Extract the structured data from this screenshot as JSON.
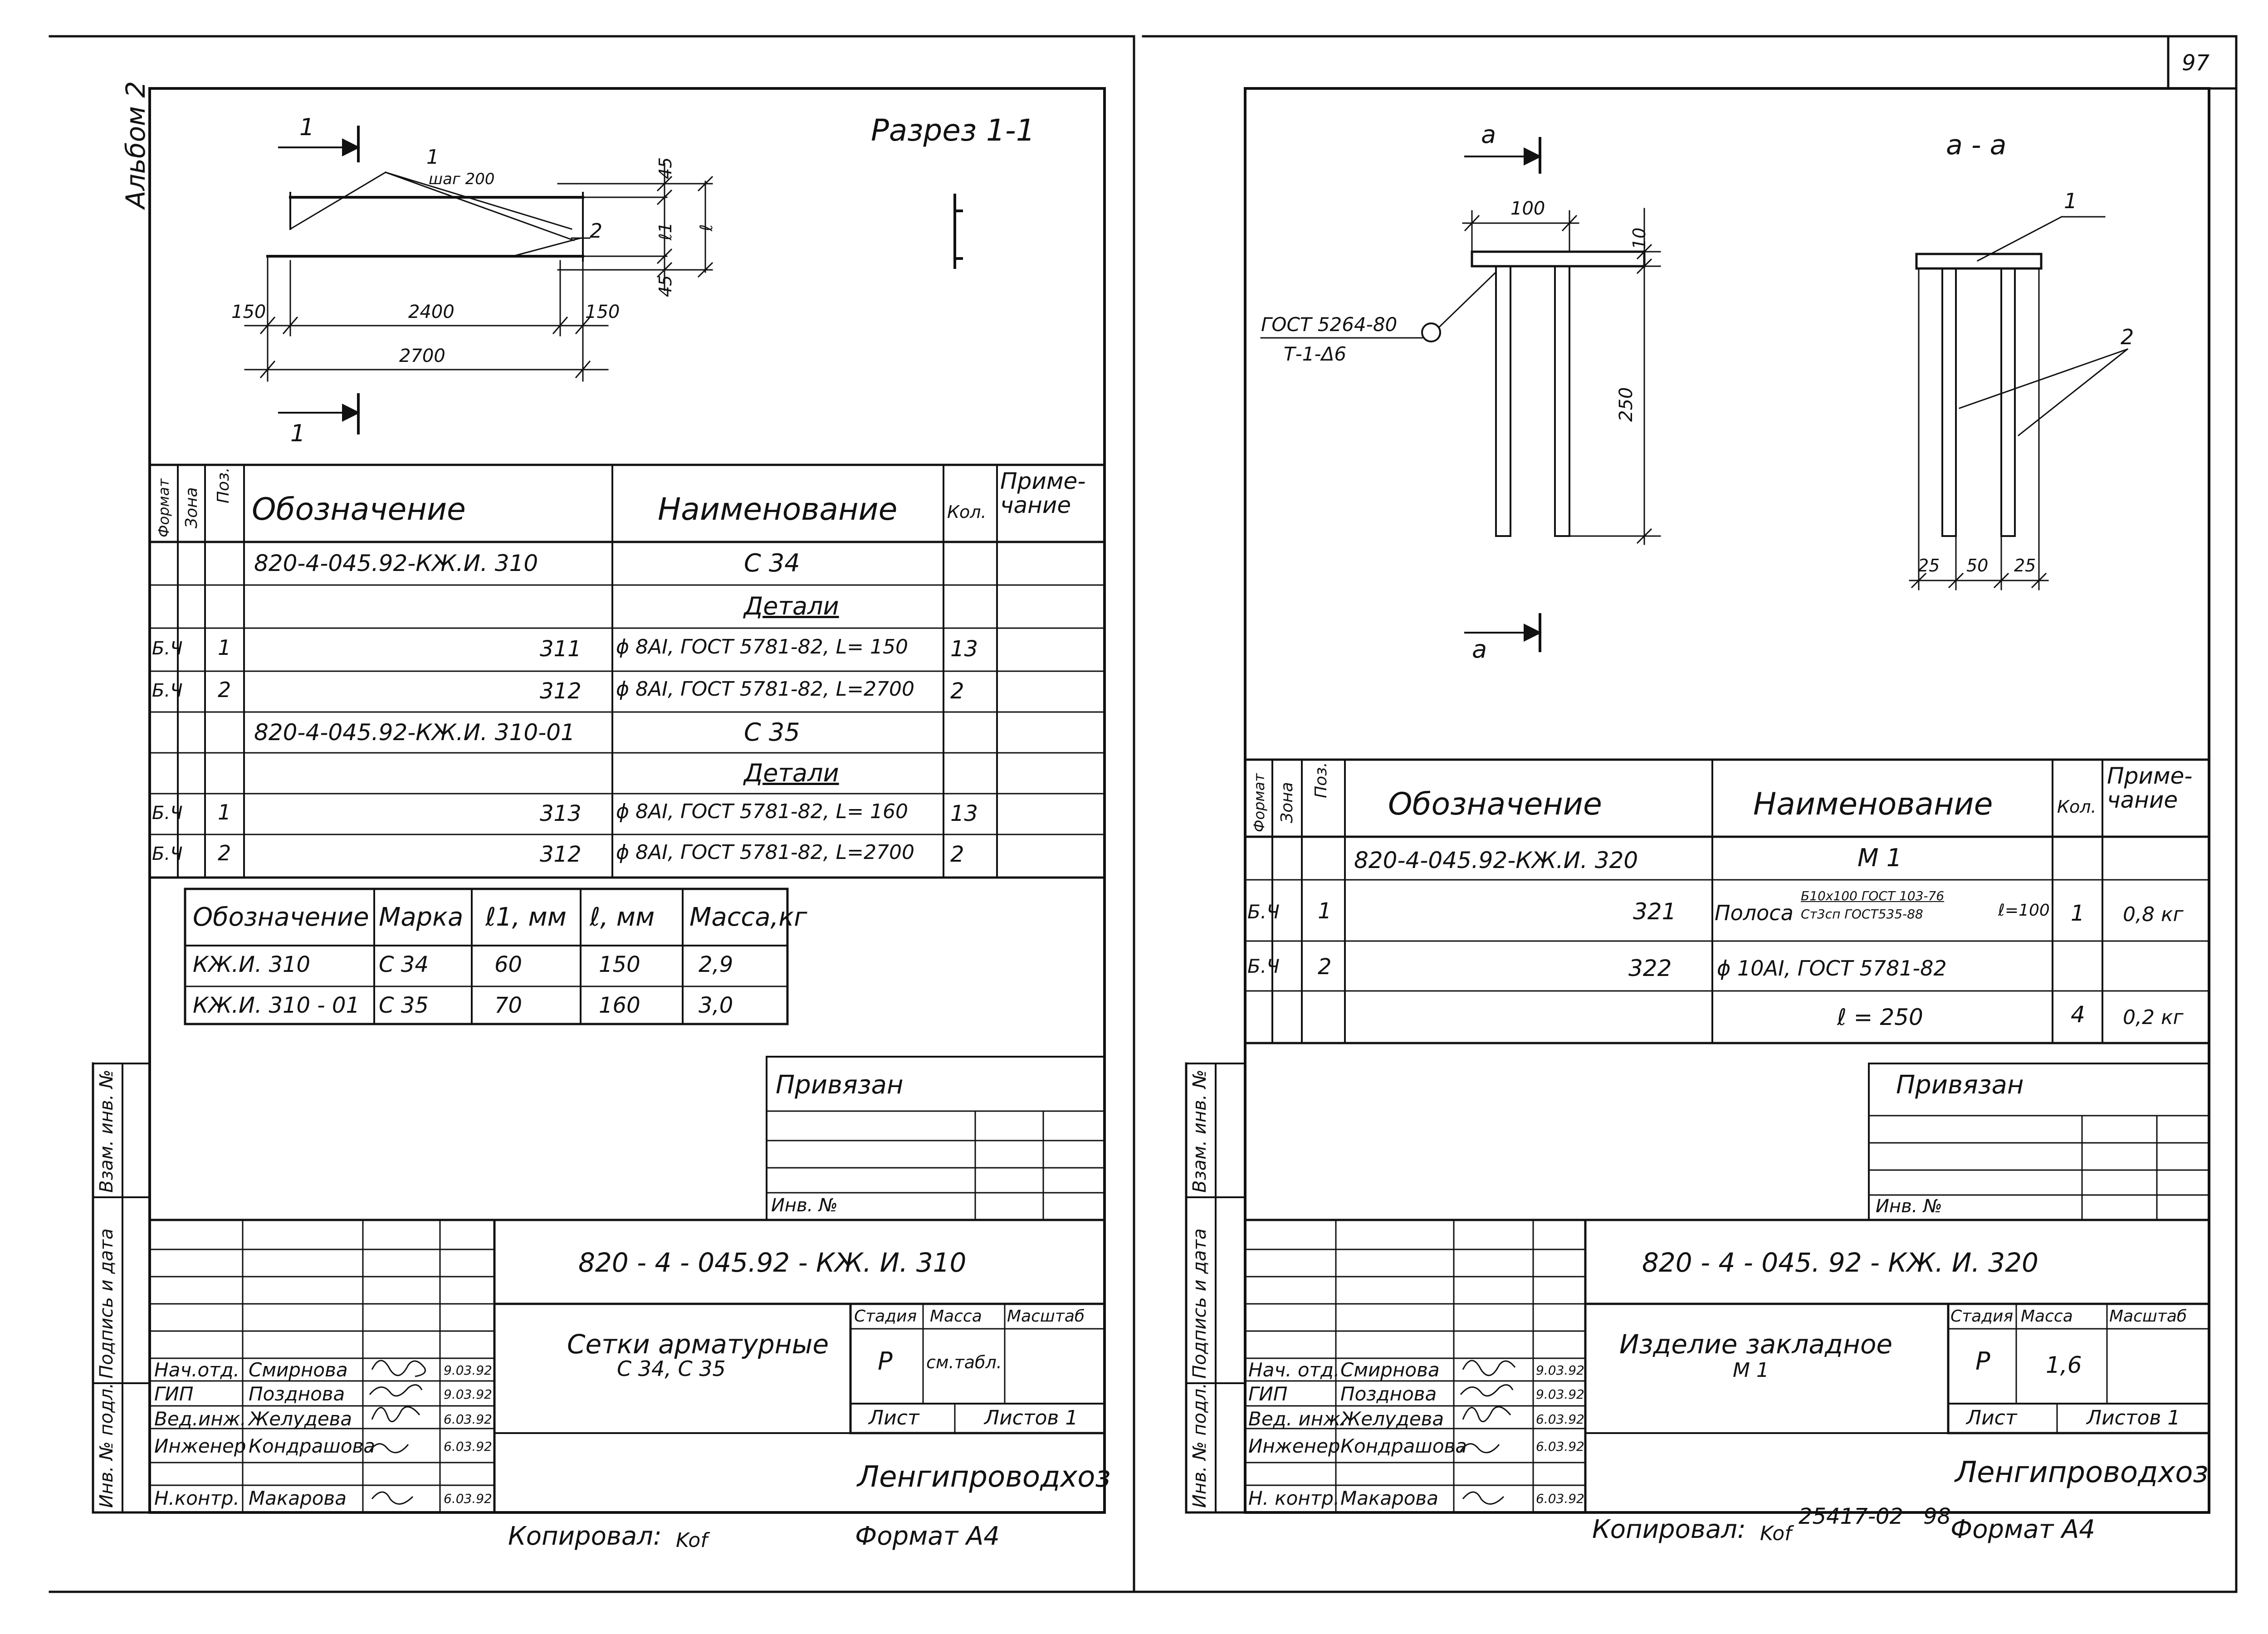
{
  "page_number": "97",
  "left": {
    "album": "Альбом 2",
    "section_label": "Разрез 1-1",
    "drawing": {
      "cut_1_top": "1",
      "cut_1_bottom": "1",
      "pos_1": "1",
      "pos_1_note": "шаг 200",
      "pos_2": "2",
      "d_45_top": "45",
      "d_l1": "ℓ1",
      "d_l": "ℓ",
      "d_45_bottom": "45",
      "d_150_left": "150",
      "d_2400": "2400",
      "d_150_right": "150",
      "d_2700": "2700"
    },
    "spec": {
      "headers": {
        "format": "Формат",
        "zone": "Зона",
        "pos": "Поз.",
        "designation": "Обозначение",
        "name": "Наименование",
        "qty": "Кол.",
        "note": "Приме-\nчание"
      },
      "rows": [
        {
          "format": "",
          "pos": "",
          "designation": "820-4-045.92-КЖ.И. 310",
          "name": "С 34",
          "underline": false,
          "qty": ""
        },
        {
          "format": "",
          "pos": "",
          "designation": "",
          "name": "Детали",
          "underline": true,
          "qty": ""
        },
        {
          "format": "Б.Ч",
          "pos": "1",
          "designation": "311",
          "name": "ϕ 8AI, ГОСТ 5781-82, L= 150",
          "underline": false,
          "qty": "13"
        },
        {
          "format": "Б.Ч",
          "pos": "2",
          "designation": "312",
          "name": "ϕ 8AI, ГОСТ 5781-82, L=2700",
          "underline": false,
          "qty": "2"
        },
        {
          "format": "",
          "pos": "",
          "designation": "820-4-045.92-КЖ.И. 310-01",
          "name": "С 35",
          "underline": false,
          "qty": ""
        },
        {
          "format": "",
          "pos": "",
          "designation": "",
          "name": "Детали",
          "underline": true,
          "qty": ""
        },
        {
          "format": "Б.Ч",
          "pos": "1",
          "designation": "313",
          "name": "ϕ 8AI, ГОСТ 5781-82, L= 160",
          "underline": false,
          "qty": "13"
        },
        {
          "format": "Б.Ч",
          "pos": "2",
          "designation": "312",
          "name": "ϕ 8AI, ГОСТ 5781-82, L=2700",
          "underline": false,
          "qty": "2"
        }
      ]
    },
    "marks": {
      "headers": [
        "Обозначение",
        "Марка",
        "ℓ1, мм",
        "ℓ, мм",
        "Масса,кг"
      ],
      "rows": [
        [
          "КЖ.И. 310",
          "С 34",
          "60",
          "150",
          "2,9"
        ],
        [
          "КЖ.И. 310 - 01",
          "С 35",
          "70",
          "160",
          "3,0"
        ]
      ]
    },
    "title_block": {
      "privyazan": "Привязан",
      "inv_no": "Инв. №",
      "doc_code": "820 - 4 - 045.92 - КЖ. И. 310",
      "title_line1": "Сетки арматурные",
      "title_line2": "С 34, С 35",
      "stage_h": "Стадия",
      "mass_h": "Масса",
      "scale_h": "Масштаб",
      "stage": "Р",
      "mass": "см.табл.",
      "scale": "",
      "sheet": "Лист",
      "sheets": "Листов 1",
      "org": "Ленгипроводхоз",
      "people": [
        {
          "role": "Нач.отд.",
          "name": "Смирнова",
          "date": "9.03.92"
        },
        {
          "role": "ГИП",
          "name": "Позднова",
          "date": "9.03.92"
        },
        {
          "role": "Вед.инж.",
          "name": "Желудева",
          "date": "6.03.92"
        },
        {
          "role": "Инженер",
          "name": "Кондрашова",
          "date": "6.03.92"
        },
        {
          "role": "Н.контр.",
          "name": "Макарова",
          "date": "6.03.92"
        }
      ]
    },
    "side": {
      "inv_orig": "Инв. № подл.",
      "sign_date": "Подпись и дата",
      "vzam": "Взам. инв. №"
    },
    "footer": {
      "copied": "Копировал:",
      "copier": "Kof",
      "format": "Формат А4"
    }
  },
  "right": {
    "drawing": {
      "cut_a_top": "а",
      "cut_a_bottom": "а",
      "section_label": "а - а",
      "d_100": "100",
      "d_10": "10",
      "d_250": "250",
      "weld_line1": "ГОСТ 5264-80",
      "weld_line2": "Т-1-Δ6",
      "pos_1": "1",
      "pos_2": "2",
      "d_25_left": "25",
      "d_50": "50",
      "d_25_right": "25"
    },
    "spec": {
      "headers": {
        "format": "Формат",
        "zone": "Зона",
        "pos": "Поз.",
        "designation": "Обозначение",
        "name": "Наименование",
        "qty": "Кол.",
        "note": "Приме-\nчание"
      },
      "rows": [
        {
          "format": "",
          "pos": "",
          "designation": "820-4-045.92-КЖ.И. 320",
          "name": "М 1",
          "qty": "",
          "note": ""
        },
        {
          "format": "Б.Ч",
          "pos": "1",
          "designation": "321",
          "name_prefix": "Полоса",
          "name_top": "Б10х100 ГОСТ 103-76",
          "name_bottom": "Ст3сп ГОСТ535-88",
          "name_suffix": "ℓ=100",
          "qty": "1",
          "note": "0,8 кг"
        },
        {
          "format": "Б.Ч",
          "pos": "2",
          "designation": "322",
          "name": "ϕ 10AI, ГОСТ 5781-82",
          "qty": "",
          "note": ""
        },
        {
          "format": "",
          "pos": "",
          "designation": "",
          "name": "ℓ = 250",
          "qty": "4",
          "note": "0,2 кг"
        }
      ]
    },
    "title_block": {
      "privyazan": "Привязан",
      "inv_no": "Инв. №",
      "doc_code": "820 - 4 - 045. 92 - КЖ. И. 320",
      "title_line1": "Изделие закладное",
      "title_line2": "М 1",
      "stage_h": "Стадия",
      "mass_h": "Масса",
      "scale_h": "Масштаб",
      "stage": "Р",
      "mass": "1,6",
      "scale": "",
      "sheet": "Лист",
      "sheets": "Листов 1",
      "org": "Ленгипроводхоз",
      "people": [
        {
          "role": "Нач. отд.",
          "name": "Смирнова",
          "date": "9.03.92"
        },
        {
          "role": "ГИП",
          "name": "Позднова",
          "date": "9.03.92"
        },
        {
          "role": "Вед. инж.",
          "name": "Желудева",
          "date": "6.03.92"
        },
        {
          "role": "Инженер",
          "name": "Кондрашова",
          "date": "6.03.92"
        },
        {
          "role": "Н. контр.",
          "name": "Макарова",
          "date": "6.03.92"
        }
      ]
    },
    "side": {
      "inv_orig": "Инв. № подл.",
      "sign_date": "Подпись и дата",
      "vzam": "Взам. инв. №"
    },
    "footer": {
      "copied": "Копировал:",
      "copier": "Kof",
      "archive": "25417-02",
      "page": "98",
      "format": "Формат А4"
    }
  }
}
